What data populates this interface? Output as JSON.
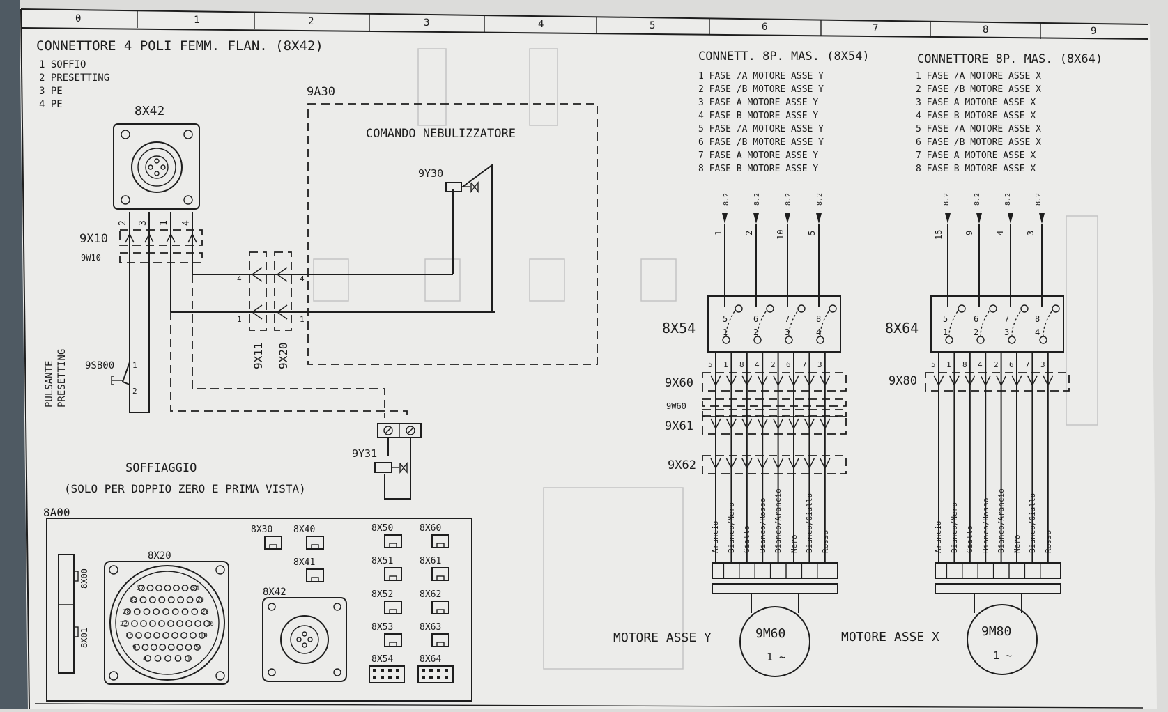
{
  "grid_columns": [
    "0",
    "1",
    "2",
    "3",
    "4",
    "5",
    "6",
    "7",
    "8",
    "9"
  ],
  "conn_8x42": {
    "title": "CONNETTORE 4 POLI FEMM. FLAN. (8X42)",
    "pins": [
      "1 SOFFIO",
      "2 PRESETTING",
      "3 PE",
      "4 PE"
    ],
    "label": "8X42",
    "pin_labels": [
      "2",
      "3",
      "1",
      "4"
    ]
  },
  "left_labels": {
    "x10": "9X10",
    "w10": "9W10",
    "sb00": "9SB00",
    "pulsante": "PULSANTE",
    "presetting": "PRESETTING",
    "sb_pin1": "1",
    "sb_pin2": "2"
  },
  "module_9a30": {
    "label": "9A30",
    "title": "COMANDO NEBULIZZATORE",
    "valve": "9Y30",
    "x11": "9X11",
    "x20": "9X20",
    "pin4a": "4",
    "pin4b": "4",
    "pin1a": "1",
    "pin1b": "1"
  },
  "soffiaggio": {
    "valve": "9Y31",
    "title": "SOFFIAGGIO",
    "note": "(SOLO PER DOPPIO ZERO E PRIMA VISTA)"
  },
  "panel_8a00": {
    "label": "8A00",
    "connectors": [
      "8X30",
      "8X40",
      "8X41",
      "8X50",
      "8X51",
      "8X52",
      "8X53",
      "8X54",
      "8X60",
      "8X61",
      "8X62",
      "8X63",
      "8X64"
    ],
    "big_round": "8X20",
    "round_small": "8X42",
    "side_a": "8X00",
    "side_b": "8X01",
    "pin_numbers": [
      "37",
      "34",
      "33",
      "29",
      "28",
      "23",
      "22",
      "16",
      "15",
      "10",
      "9",
      "5",
      "4",
      "1"
    ]
  },
  "conn_8x54": {
    "title": "CONNETT. 8P. MAS. (8X54)",
    "lines": [
      "1 FASE /A MOTORE ASSE Y",
      "2 FASE /B MOTORE ASSE Y",
      "3 FASE A MOTORE ASSE Y",
      "4 FASE B MOTORE ASSE Y",
      "5 FASE /A MOTORE ASSE Y",
      "6 FASE /B MOTORE ASSE Y",
      "7 FASE A MOTORE ASSE Y",
      "8 FASE B MOTORE ASSE Y"
    ],
    "refs": [
      "8.2",
      "8.2",
      "8.2",
      "8.2"
    ],
    "wires": [
      "1",
      "2",
      "10",
      "5"
    ],
    "label": "8X54",
    "pins_top": [
      "5",
      "6",
      "7",
      "8"
    ],
    "pins_bot": [
      "1",
      "2",
      "3",
      "4"
    ],
    "pin_row": [
      "5",
      "1",
      "8",
      "4",
      "2",
      "6",
      "7",
      "3"
    ],
    "x60": "9X60",
    "w60": "9W60",
    "x61": "9X61",
    "x62": "9X62",
    "colors": [
      "Arancio",
      "Bianco/Nero",
      "Giallo",
      "Bianco/Rosso",
      "Bianco/Arancio",
      "Nero",
      "Bianco/Giallo",
      "Rosso"
    ],
    "motor": "9M60",
    "phase": "1 ~",
    "motor_label": "MOTORE ASSE Y"
  },
  "conn_8x64": {
    "title": "CONNETTORE 8P. MAS. (8X64)",
    "lines": [
      "1 FASE /A MOTORE ASSE X",
      "2 FASE /B MOTORE ASSE X",
      "3 FASE A MOTORE ASSE X",
      "4 FASE B MOTORE ASSE X",
      "5 FASE /A MOTORE ASSE X",
      "6 FASE /B MOTORE ASSE X",
      "7 FASE A MOTORE ASSE X",
      "8 FASE B MOTORE ASSE X"
    ],
    "refs": [
      "8.2",
      "8.2",
      "8.2",
      "8.2"
    ],
    "wires": [
      "15",
      "9",
      "4",
      "3"
    ],
    "label": "8X64",
    "pins_top": [
      "5",
      "6",
      "7",
      "8"
    ],
    "pins_bot": [
      "1",
      "2",
      "3",
      "4"
    ],
    "pin_row": [
      "5",
      "1",
      "8",
      "4",
      "2",
      "6",
      "7",
      "3"
    ],
    "x80": "9X80",
    "colors": [
      "Arancio",
      "Bianco/Nero",
      "Giallo",
      "Bianco/Rosso",
      "Bianco/Arancio",
      "Nero",
      "Bianco/Giallo",
      "Rosso"
    ],
    "motor": "9M80",
    "phase": "1 ~",
    "motor_label": "MOTORE ASSE X"
  }
}
